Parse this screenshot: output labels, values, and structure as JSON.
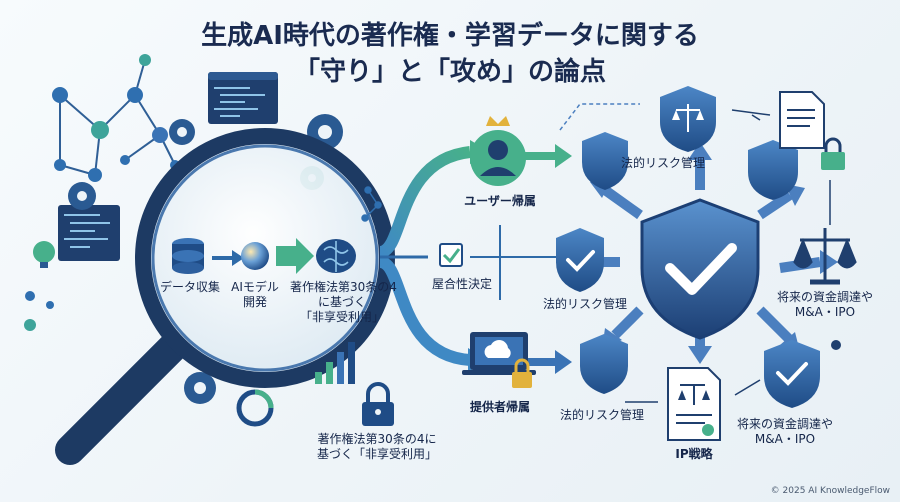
{
  "title_line1": "生成AI時代の著作権・学習データに関する",
  "title_line2": "「守り」と「攻め」の論点",
  "pipeline": {
    "data_collection": "データ収集",
    "ai_model_dev_1": "AIモデル",
    "ai_model_dev_2": "開発",
    "article_line1": "著作権法第30条の4",
    "article_line2": "に基づく",
    "article_line3": "「非享受利用」"
  },
  "lower_note": {
    "line1": "著作権法第30条の4に",
    "line2": "基づく「非享受利用」"
  },
  "branches": {
    "user_ownership": "ユーザー帰属",
    "appropriateness": "屋合性決定",
    "provider_ownership": "提供者帰属"
  },
  "right_side": {
    "legal_risk_top": "法的リスク管理",
    "legal_risk_middle": "法的リスク管理",
    "legal_risk_bottom": "法的リスク管理",
    "future_funding_right_1": "将来の資金調達や",
    "future_funding_right_2": "M&A・IPO",
    "future_funding_bottom_1": "将来の資金調達や",
    "future_funding_bottom_2": "M&A・IPO",
    "ip_strategy": "IP戦略"
  },
  "footer": "© 2025 AI KnowledgeFlow",
  "colors": {
    "navy": "#1f3f6e",
    "blue": "#3a73b5",
    "teal": "#3ea49a",
    "green": "#49b27f",
    "gold": "#e2b23c"
  }
}
